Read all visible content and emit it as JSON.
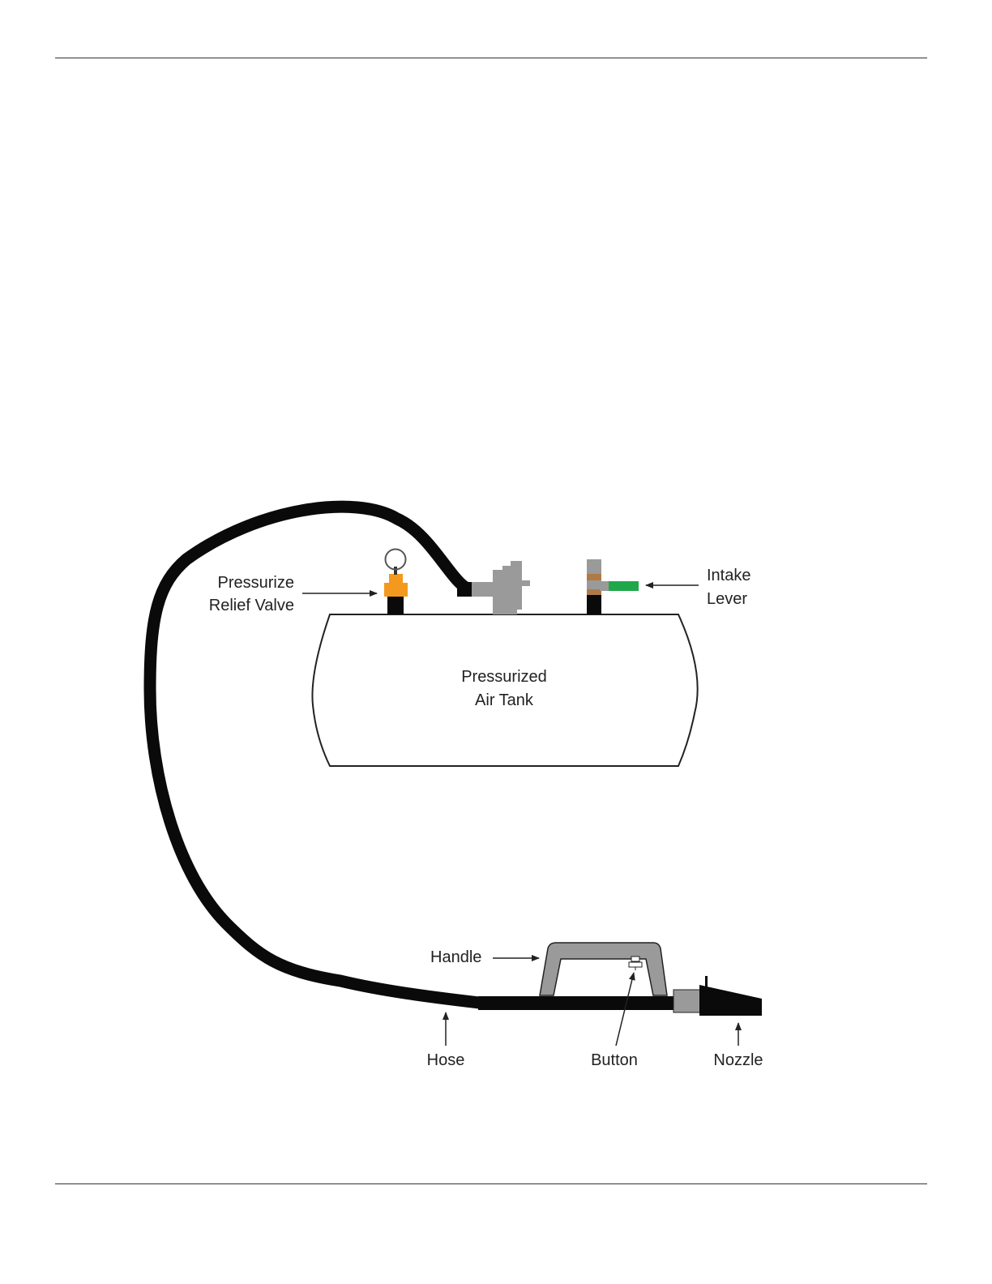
{
  "labels": {
    "relief_valve": [
      "Pressurize",
      "Relief Valve"
    ],
    "intake_lever": [
      "Intake",
      "Lever"
    ],
    "tank": [
      "Pressurized",
      "Air Tank"
    ],
    "handle": "Handle",
    "hose": "Hose",
    "button": "Button",
    "nozzle": "Nozzle"
  },
  "colors": {
    "hose": "#0a0a0a",
    "metal": "#9a9a9a",
    "relief_valve": "#f39a1e",
    "intake_lever": "#1fa84a",
    "intake_band": "#b07a46",
    "outline": "#222222"
  }
}
